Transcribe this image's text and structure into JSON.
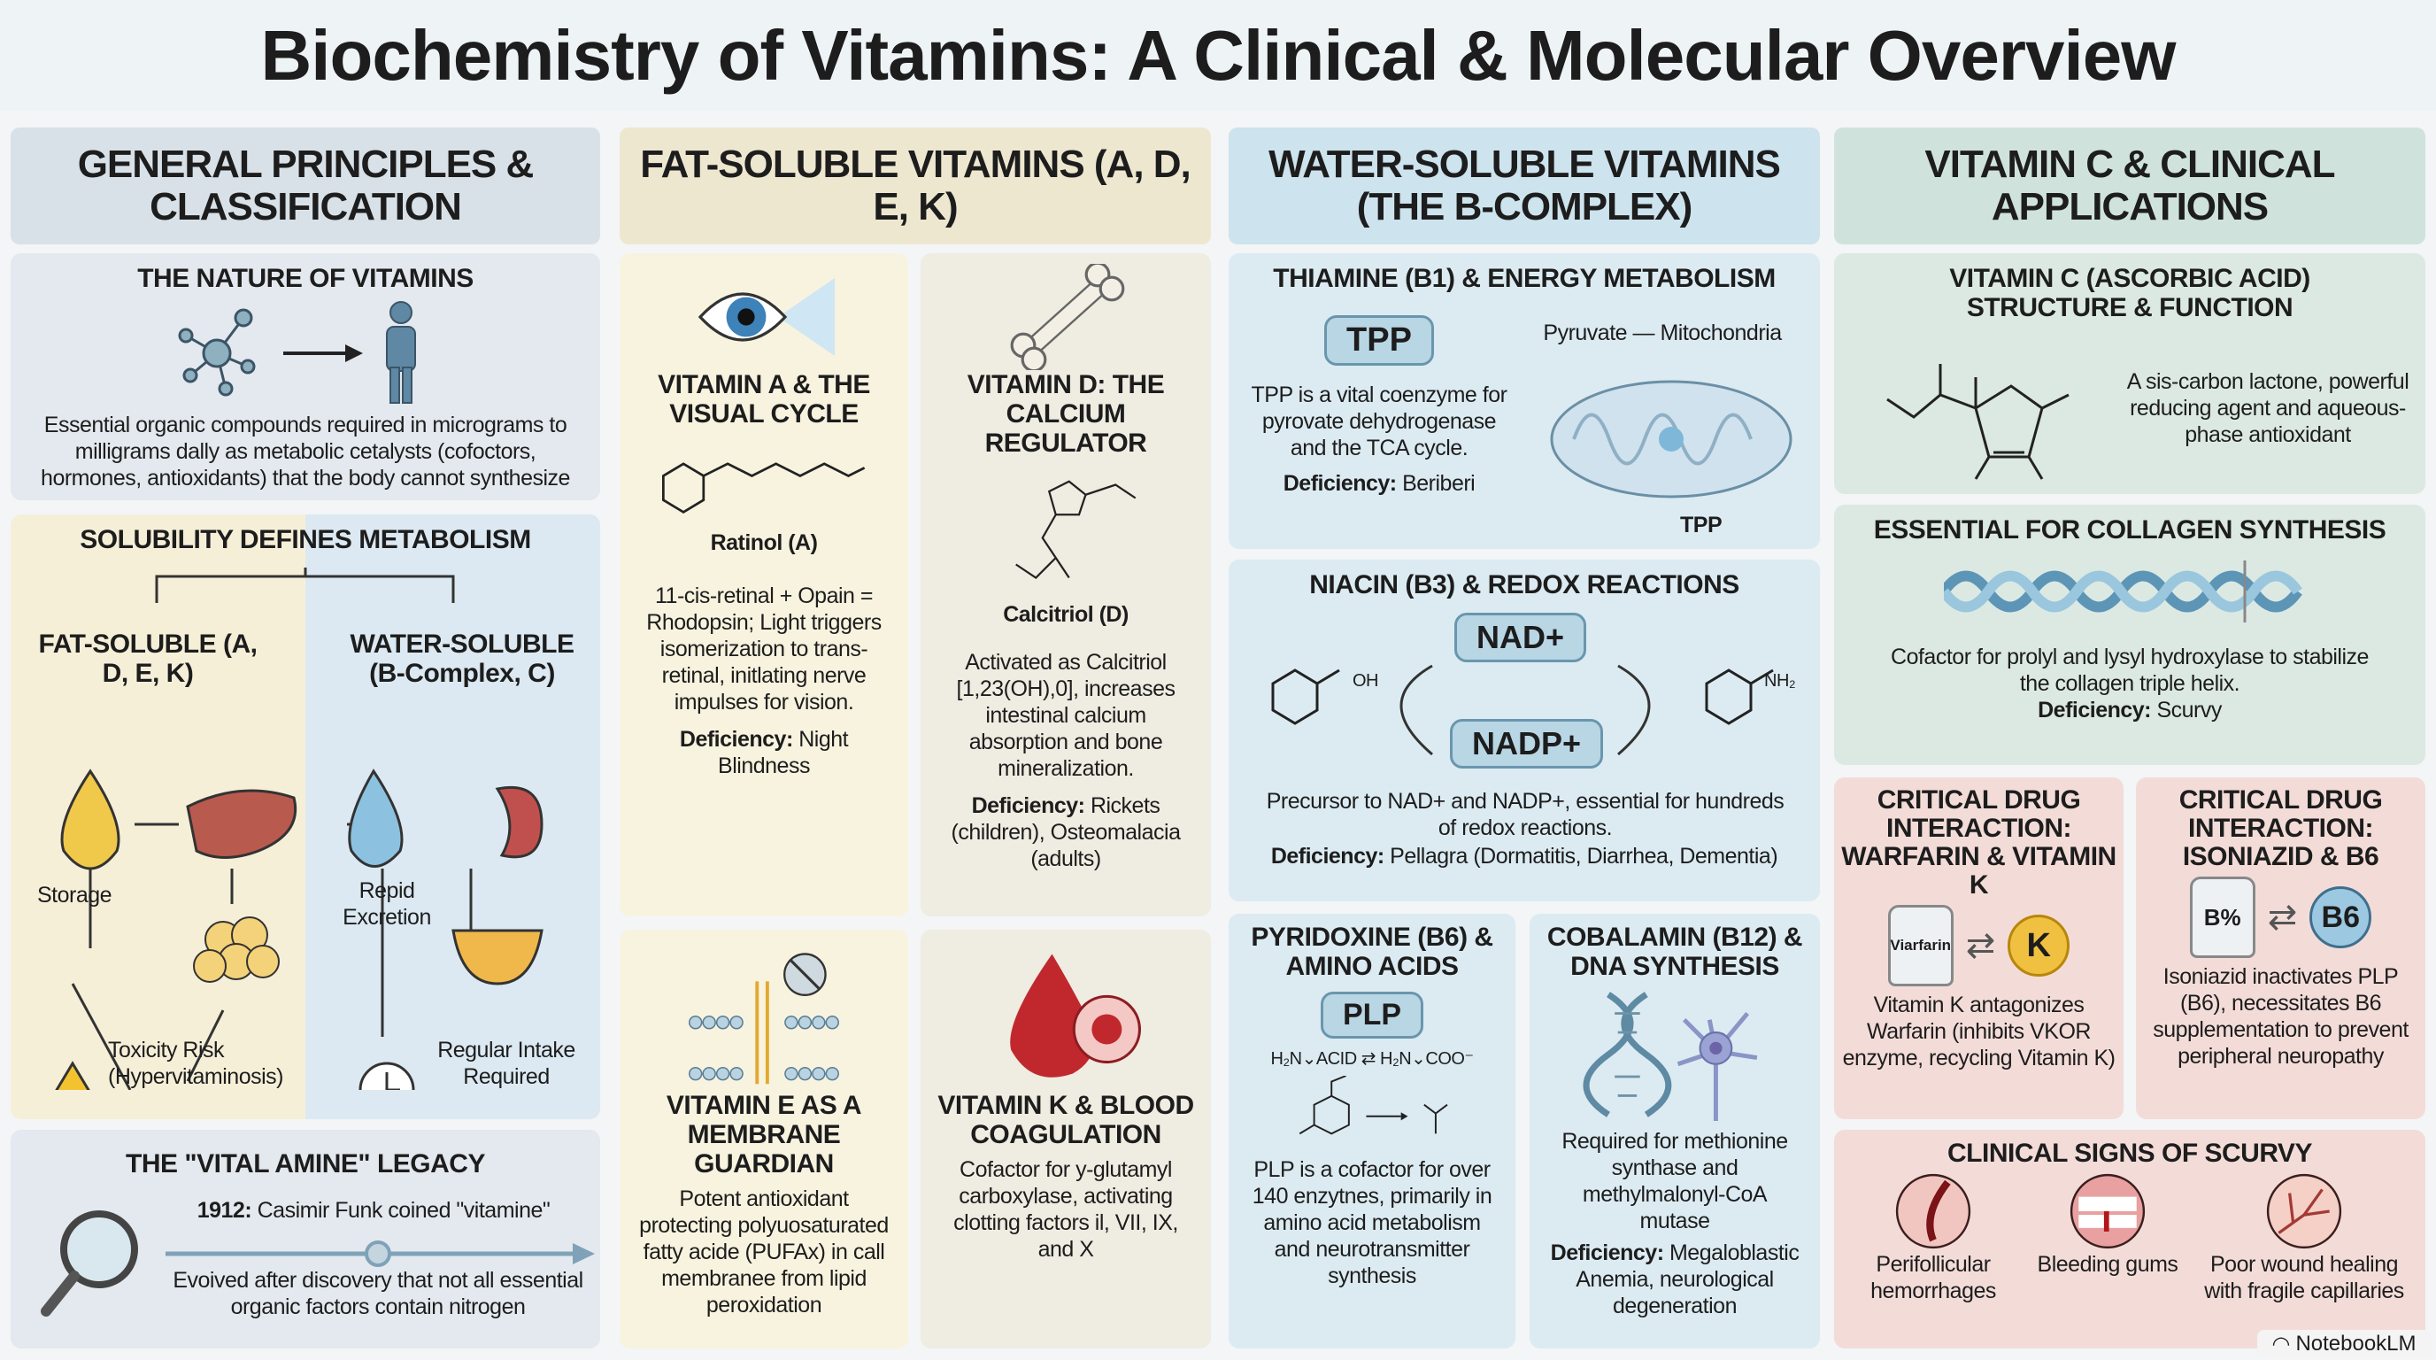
{
  "title": "Biochemistry of Vitamins: A Clinical & Molecular Overview",
  "columns": [
    {
      "header": "GENERAL PRINCIPLES & CLASSIFICATION"
    },
    {
      "header": "FAT-SOLUBLE VITAMINS (A, D, E, K)"
    },
    {
      "header": "WATER-SOLUBLE VITAMINS (THE B-COMPLEX)"
    },
    {
      "header": "VITAMIN C & CLINICAL APPLICATIONS"
    }
  ],
  "nature": {
    "title": "THE NATURE OF VITAMINS",
    "text": "Essential organic compounds required in micrograms to milligrams dally as metabolic cetalysts (cofoctors, hormones, antioxidants) that the body cannot synthesize"
  },
  "solubility": {
    "title": "SOLUBILITY DEFINES METABOLISM",
    "fat": "FAT-SOLUBLE (A, D, E, K)",
    "water": "WATER-SOLUBLE (B-Complex, C)",
    "storage": "Storage",
    "toxicity": "Toxicity Risk (Hypervitaminosis)",
    "excretion": "Repid Excretion",
    "intake": "Regular Intake Required"
  },
  "legacy": {
    "title": "THE \"VITAL AMINE\" LEGACY",
    "year": "1912:",
    "event": "Casimir Funk coined \"vitamine\"",
    "text": "Evoived after discovery that not all essential organic factors contain nitrogen"
  },
  "vitA": {
    "title": "VITAMIN A & THE VISUAL CYCLE",
    "label": "Ratinol (A)",
    "text": "11-cis-retinal + Opain = Rhodopsin; Light triggers isomerization to trans-retinal, initlating nerve impulses for vision.",
    "def_label": "Deficiency:",
    "def": "Night Blindness"
  },
  "vitD": {
    "title": "VITAMIN D: THE CALCIUM REGULATOR",
    "label": "Calcitriol (D)",
    "text": "Activated as Calcitriol [1,23(OH),0], increases intestinal calcium absorption and bone mineralization.",
    "def_label": "Deficiency:",
    "def": "Rickets (children), Osteomalacia (adults)"
  },
  "vitE": {
    "title": "VITAMIN E AS A MEMBRANE GUARDIAN",
    "text": "Potent antioxidant protecting polyuosaturated fatty acide (PUFAx) in call membranee from lipid peroxidation"
  },
  "vitK": {
    "title": "VITAMIN K & BLOOD COAGULATION",
    "text": "Cofactor for y-glutamyl carboxylase, activating clotting factors il, VII, IX, and X"
  },
  "b1": {
    "title": "THIAMINE (B1) & ENERGY METABOLISM",
    "pill": "TPP",
    "text": "TPP is a vital coenzyme for pyrovate dehydrogenase and the TCA cycle.",
    "def_label": "Deficiency:",
    "def": "Beriberi",
    "pyruvate": "Pyruvate",
    "mito": "Mitochondria",
    "tpp": "TPP"
  },
  "b3": {
    "title": "NIACIN (B3) & REDOX REACTIONS",
    "nad": "NAD+",
    "nadp": "NADP+",
    "oh": "OH",
    "nh2": "NH₂",
    "text": "Precursor to NAD+ and NADP+, essential for hundreds of redox reactions.",
    "def_label": "Deficiency:",
    "def": "Pellagra (Dormatitis, Diarrhea, Dementia)"
  },
  "b6": {
    "title": "PYRIDOXINE (B6) & AMINO ACIDS",
    "pill": "PLP",
    "eq1": "H₂N⌄ACID ⇄ H₂N⌄COO⁻",
    "text": "PLP is a cofactor for over 140 enzytnes, primarily in amino acid metabolism and neurotransmitter synthesis"
  },
  "b12": {
    "title": "COBALAMIN (B12) & DNA SYNTHESIS",
    "text": "Required for methionine synthase and methylmalonyl-CoA mutase",
    "def_label": "Deficiency:",
    "def": "Megaloblastic Anemia, neurological degeneration"
  },
  "vitC": {
    "title": "VITAMIN C (ASCORBIC ACID) STRUCTURE & FUNCTION",
    "text": "A sis-carbon lactone, powerful reducing agent and aqueous-phase antioxidant"
  },
  "collagen": {
    "title": "ESSENTIAL FOR COLLAGEN SYNTHESIS",
    "text": "Cofactor for prolyl and lysyl hydroxylase to stabilize the collagen triple helix.",
    "def_label": "Deficiency:",
    "def": "Scurvy"
  },
  "warfarin": {
    "title": "CRITICAL DRUG INTERACTION: WARFARIN & VITAMIN K",
    "bottle": "Viarfarin",
    "badge": "K",
    "text": "Vitamin K antagonizes Warfarin (inhibits VKOR enzyme, recycling Vitamin K)"
  },
  "isoniazid": {
    "title": "CRITICAL DRUG INTERACTION: ISONIAZID & B6",
    "bottle": "B%",
    "badge": "B6",
    "text": "Isoniazid inactivates PLP (B6), necessitates B6 supplementation to prevent peripheral neuropathy"
  },
  "scurvy": {
    "title": "CLINICAL SIGNS OF SCURVY",
    "signs": [
      "Perifollicular hemorrhages",
      "Bleeding gums",
      "Poor wound healing with fragile capillaries"
    ]
  },
  "watermark": "NotebookLM",
  "colors": {
    "gray": "#e3e9ee",
    "yellow": "#f8f3df",
    "blue": "#dcebf2",
    "green": "#dce9e3",
    "pink": "#f3dcd8"
  }
}
